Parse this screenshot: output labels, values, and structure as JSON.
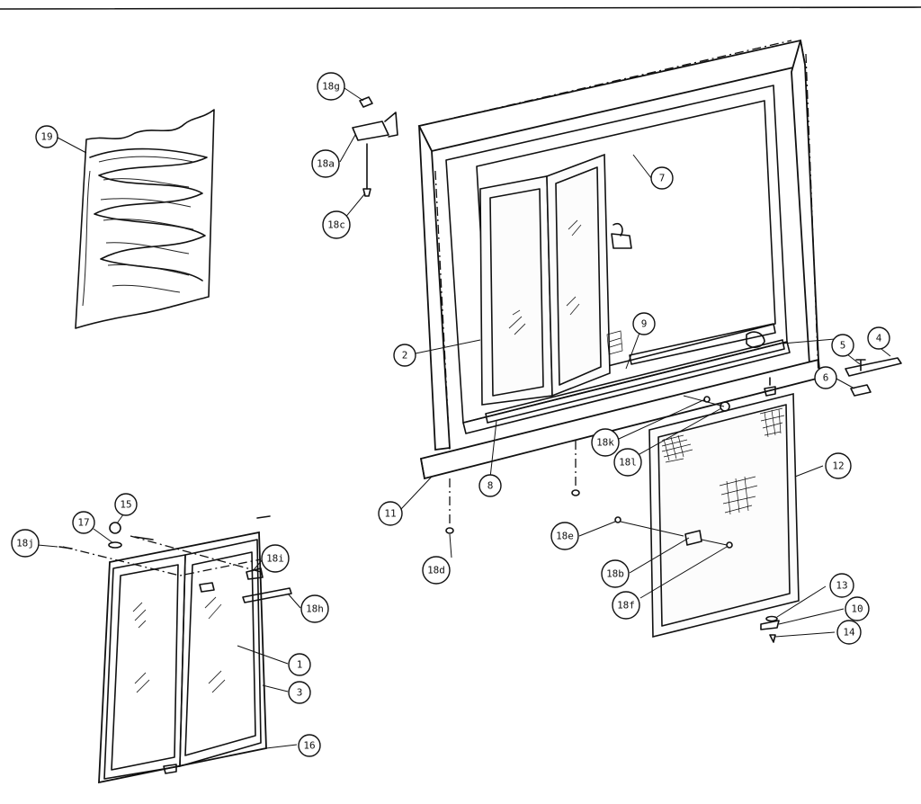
{
  "callouts": [
    {
      "id": "c19",
      "label": "19"
    },
    {
      "id": "c18g",
      "label": "18g"
    },
    {
      "id": "c18a",
      "label": "18a"
    },
    {
      "id": "c18c",
      "label": "18c"
    },
    {
      "id": "c7",
      "label": "7"
    },
    {
      "id": "c2",
      "label": "2"
    },
    {
      "id": "c9",
      "label": "9"
    },
    {
      "id": "c5",
      "label": "5"
    },
    {
      "id": "c4",
      "label": "4"
    },
    {
      "id": "c6",
      "label": "6"
    },
    {
      "id": "c18k",
      "label": "18k"
    },
    {
      "id": "c18l",
      "label": "18l"
    },
    {
      "id": "c8",
      "label": "8"
    },
    {
      "id": "c11",
      "label": "11"
    },
    {
      "id": "c12",
      "label": "12"
    },
    {
      "id": "c18e",
      "label": "18e"
    },
    {
      "id": "c18d",
      "label": "18d"
    },
    {
      "id": "c18b",
      "label": "18b"
    },
    {
      "id": "c18f",
      "label": "18f"
    },
    {
      "id": "c13",
      "label": "13"
    },
    {
      "id": "c10",
      "label": "10"
    },
    {
      "id": "c14",
      "label": "14"
    },
    {
      "id": "c15",
      "label": "15"
    },
    {
      "id": "c17",
      "label": "17"
    },
    {
      "id": "c18j",
      "label": "18j"
    },
    {
      "id": "c18i",
      "label": "18i"
    },
    {
      "id": "c18h",
      "label": "18h"
    },
    {
      "id": "c1",
      "label": "1"
    },
    {
      "id": "c3",
      "label": "3"
    },
    {
      "id": "c16",
      "label": "16"
    }
  ]
}
